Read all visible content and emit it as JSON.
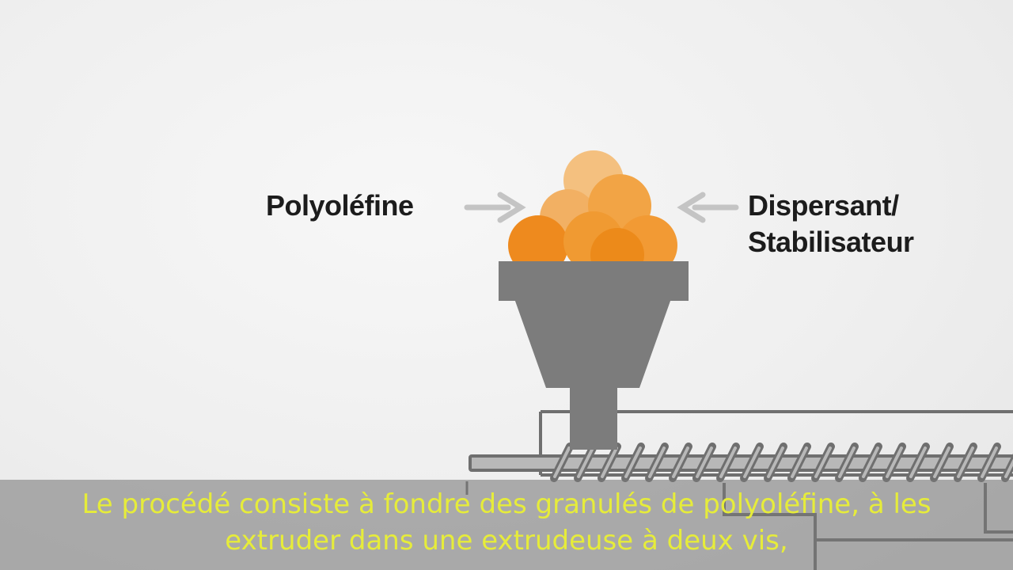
{
  "diagram": {
    "input_left_label": "Polyoléfine",
    "input_right_label_line1": "Dispersant/",
    "input_right_label_line2": "Stabilisateur"
  },
  "subtitle": {
    "line1": "Le procédé consiste à fondre des granulés de polyoléfine, à les",
    "line2": "extruder dans une extrudeuse à deux vis,"
  },
  "colors": {
    "pellet_light": "#f4c07f",
    "pellet_mid": "#f2a445",
    "pellet_dark": "#ee8a1e",
    "hopper": "#7c7c7c",
    "outline": "#6f6f6f",
    "subtitle_text": "#e6ec3a"
  }
}
